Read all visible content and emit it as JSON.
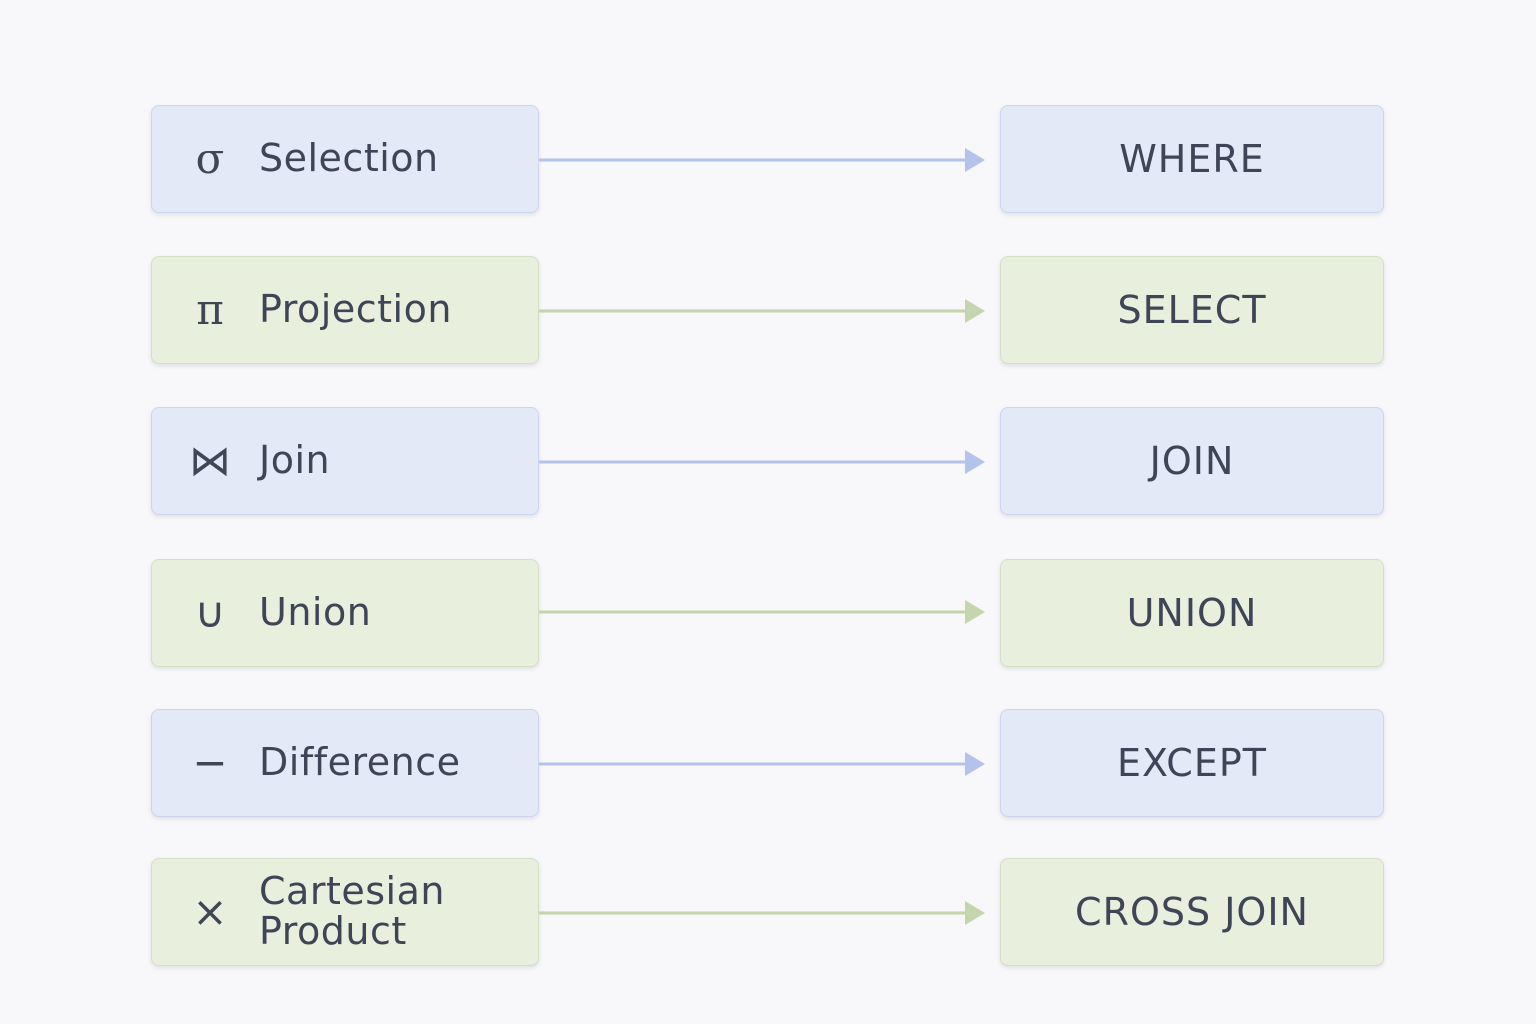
{
  "mappings": [
    {
      "symbol": "σ",
      "operation": "Selection",
      "sql": "WHERE",
      "color": "blue",
      "arrow_color": "#b4c3ec"
    },
    {
      "symbol": "π",
      "operation": "Projection",
      "sql": "SELECT",
      "color": "green",
      "arrow_color": "#c4d6ad"
    },
    {
      "symbol": "⋈",
      "operation": "Join",
      "sql": "JOIN",
      "color": "blue",
      "arrow_color": "#b4c3ec"
    },
    {
      "symbol": "∪",
      "operation": "Union",
      "sql": "UNION",
      "color": "green",
      "arrow_color": "#c4d6ad"
    },
    {
      "symbol": "−",
      "operation": "Difference",
      "sql": "EXCEPT",
      "color": "blue",
      "arrow_color": "#b4c3ec"
    },
    {
      "symbol": "×",
      "operation": "Cartesian Product",
      "sql": "CROSS JOIN",
      "color": "green",
      "arrow_color": "#c4d6ad"
    }
  ]
}
